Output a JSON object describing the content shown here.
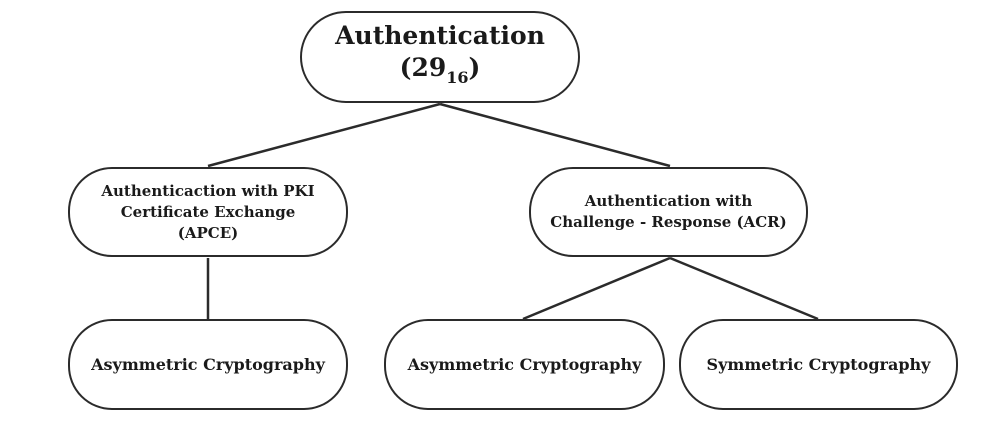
{
  "root": {
    "title": "Authentication",
    "code_prefix": "(",
    "code_value": "29",
    "code_base": "16",
    "code_suffix": ")"
  },
  "apce": {
    "line1": "Authenticaction with PKI",
    "line2": "Certificate Exchange",
    "line3": "(APCE)",
    "children": [
      {
        "label": "Asymmetric Cryptography"
      }
    ]
  },
  "acr": {
    "line1": "Authentication with",
    "line2": "Challenge - Response (ACR)",
    "children": [
      {
        "label": "Asymmetric Cryptography"
      },
      {
        "label": "Symmetric Cryptography"
      }
    ]
  }
}
